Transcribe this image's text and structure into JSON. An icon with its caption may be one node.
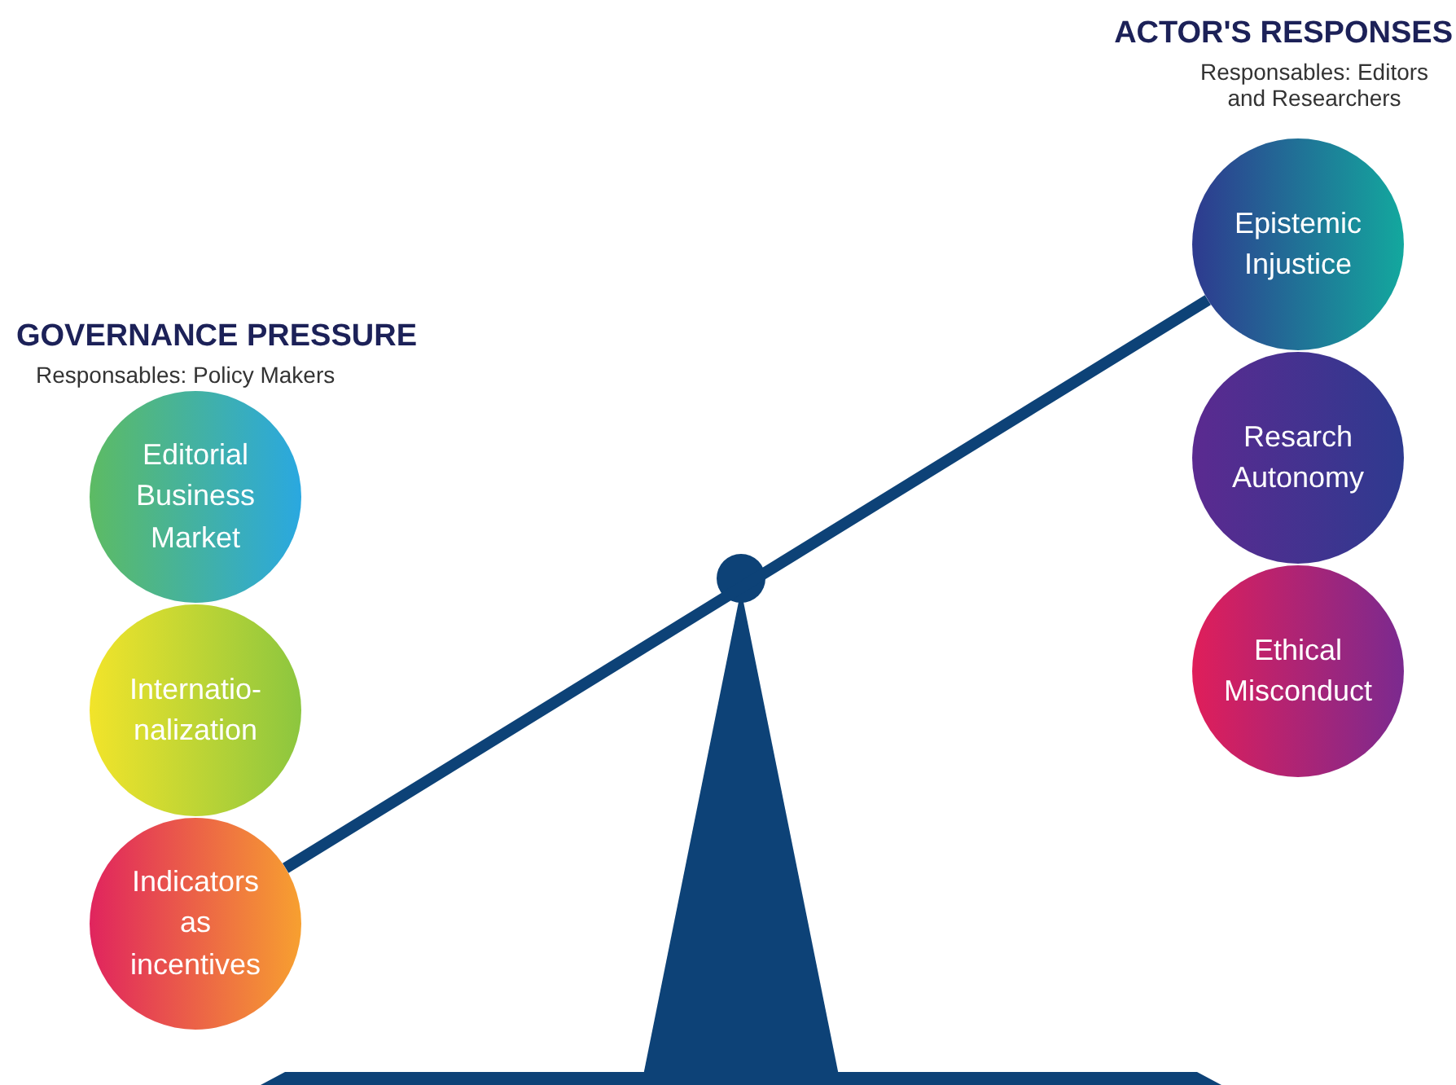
{
  "diagram": {
    "nodes": [
      {
        "text": [
          "Editorial Business Market"
        ]
      },
      {
        "text": [
          "Internatio-nalization"
        ]
      },
      {
        "text": [
          "Indicators as incentives"
        ]
      },
      {
        "text": [
          "Epistemic Injustice"
        ]
      },
      {
        "text": [
          "Resarch Autonomy"
        ]
      },
      {
        "text": [
          "Ethical Misconduct"
        ]
      }
    ],
    "edges": [
      {
        "from": 2,
        "to": 3,
        "arrow": "none"
      }
    ],
    "labels": [
      "ACTOR'S RESPONSES",
      "Responsables: Editors and Researchers",
      "GOVERNANCE PRESSURE",
      "Responsables: Policy Makers"
    ]
  }
}
